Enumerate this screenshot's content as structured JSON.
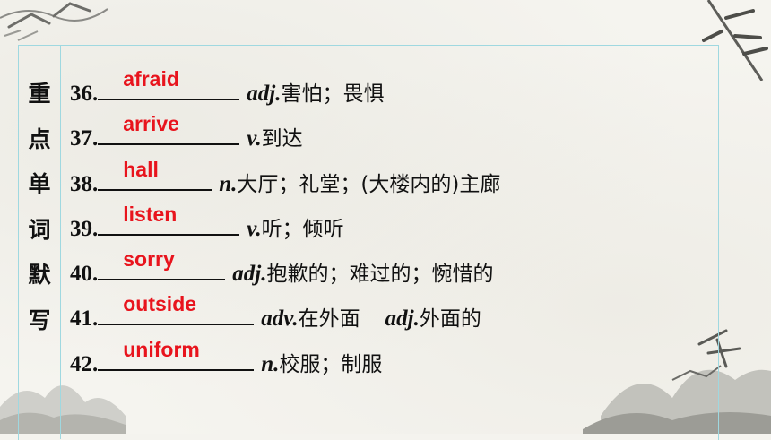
{
  "side_title": [
    "重",
    "点",
    "单",
    "词",
    "默",
    "写"
  ],
  "rows": [
    {
      "num": "36.",
      "answer": "afraid",
      "pos": "adj.",
      "meaning": "害怕；畏惧"
    },
    {
      "num": "37.",
      "answer": "arrive",
      "pos": "v.",
      "meaning": "到达"
    },
    {
      "num": "38.",
      "answer": "hall",
      "pos": "n.",
      "meaning": "大厅；礼堂；(大楼内的)主廊"
    },
    {
      "num": "39.",
      "answer": "listen",
      "pos": "v.",
      "meaning": "听；倾听"
    },
    {
      "num": "40.",
      "answer": "sorry",
      "pos": "adj.",
      "meaning": "抱歉的；难过的；惋惜的"
    },
    {
      "num": "41.",
      "answer": "outside",
      "pos": "adv.",
      "meaning": "在外面",
      "pos2": "adj.",
      "meaning2": "外面的"
    },
    {
      "num": "42.",
      "answer": "uniform",
      "pos": "n.",
      "meaning": "校服；制服"
    }
  ],
  "colors": {
    "answer": "#e8141d",
    "frame": "#9fd8e0",
    "text": "#111111"
  }
}
